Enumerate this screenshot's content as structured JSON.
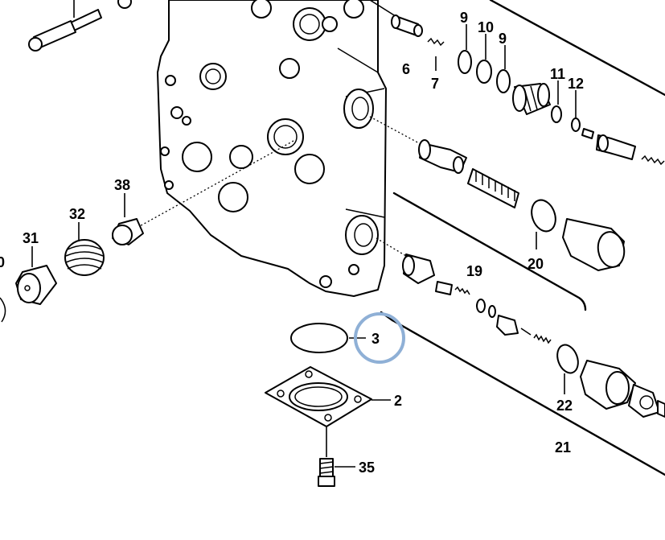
{
  "highlight_color": "#8fb0d6",
  "labels": {
    "l2": "2",
    "l3": "3",
    "l6": "6",
    "l7": "7",
    "l9a": "9",
    "l10": "10",
    "l9b": "9",
    "l11": "11",
    "l12": "12",
    "l19": "19",
    "l20": "20",
    "l21": "21",
    "l22": "22",
    "l31": "31",
    "l32": "32",
    "l35": "35",
    "l38": "38",
    "l0": "0"
  },
  "icons": {
    "valve_body": "valve-housing-block",
    "spring": "coil-spring",
    "o_ring": "o-ring-seal",
    "bolt": "cap-screw"
  }
}
